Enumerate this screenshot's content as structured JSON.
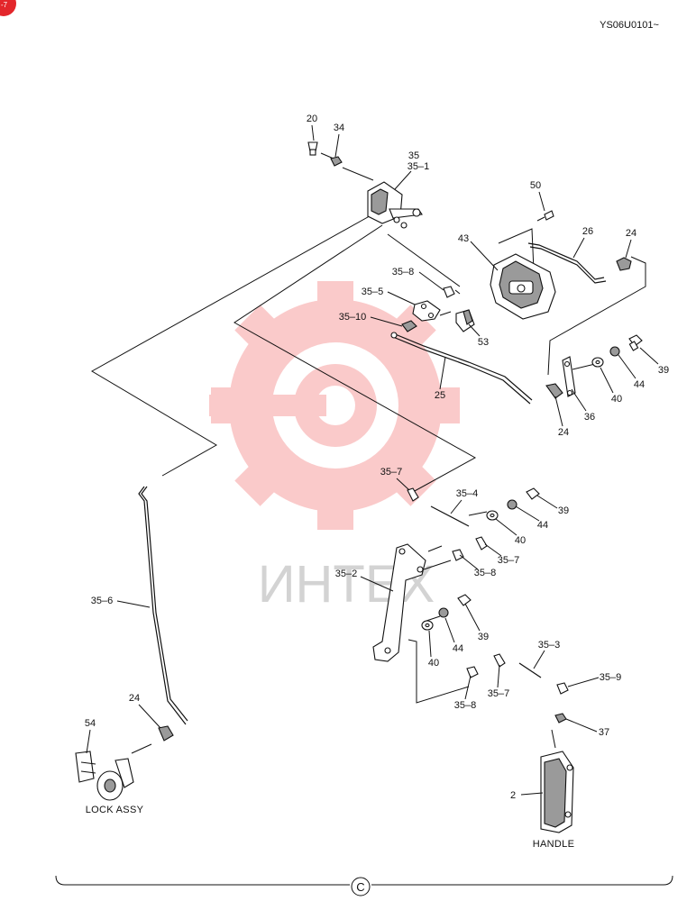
{
  "doc_code": "YS06U0101~",
  "corner_mark": "-7",
  "watermark_text": "ИНТЕХ",
  "footer_mark": "C",
  "captions": {
    "lock": "LOCK ASSY",
    "handle": "HANDLE"
  },
  "labels": {
    "p20": "20",
    "p34": "34",
    "p35": "35",
    "p35_1": "35–1",
    "p50": "50",
    "p26": "26",
    "p24a": "24",
    "p43": "43",
    "p35_8a": "35–8",
    "p35_5": "35–5",
    "p35_10": "35–10",
    "p53": "53",
    "p25": "25",
    "p39a": "39",
    "p44a": "44",
    "p40a": "40",
    "p36": "36",
    "p24b": "24",
    "p35_7a": "35–7",
    "p35_4": "35–4",
    "p39b": "39",
    "p44b": "44",
    "p40b": "40",
    "p35_7b": "35–7",
    "p35_8b": "35–8",
    "p35_2": "35–2",
    "p35_6": "35–6",
    "p39c": "39",
    "p44c": "44",
    "p40c": "40",
    "p35_3": "35–3",
    "p35_7c": "35–7",
    "p35_9": "35–9",
    "p35_8c": "35–8",
    "p37": "37",
    "p24c": "24",
    "p54": "54",
    "p2": "2"
  },
  "colors": {
    "watermark": "#f26a6a",
    "corner": "#e3262b",
    "ink": "#111111"
  }
}
